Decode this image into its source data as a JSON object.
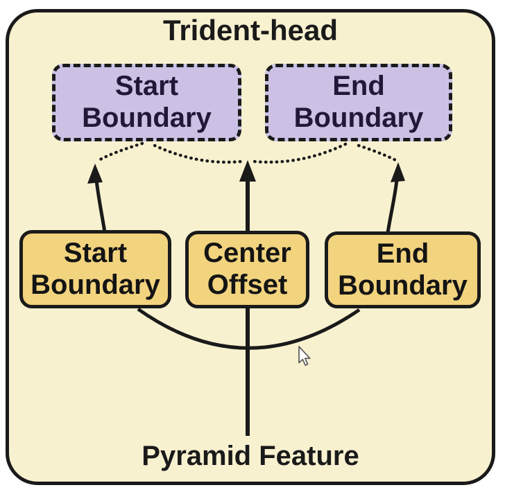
{
  "diagram": {
    "title": "Trident-head",
    "bottom_label": "Pyramid Feature",
    "top_row": [
      {
        "id": "start-boundary-output",
        "line1": "Start",
        "line2": "Boundary"
      },
      {
        "id": "end-boundary-output",
        "line1": "End",
        "line2": "Boundary"
      }
    ],
    "middle_row": [
      {
        "id": "start-boundary-branch",
        "line1": "Start",
        "line2": "Boundary"
      },
      {
        "id": "center-offset-branch",
        "line1": "Center",
        "line2": "Offset"
      },
      {
        "id": "end-boundary-branch",
        "line1": "End",
        "line2": "Boundary"
      }
    ],
    "colors": {
      "page_bg": "#ffffff",
      "canvas_bg": "#f8f1d0",
      "top_box_fill": "#ccc1e5",
      "middle_box_fill": "#f2d37e",
      "line": "#1a1a1a",
      "top_box_text": "#221736",
      "middle_box_text": "#141414"
    },
    "cursor": {
      "type": "arrow-pointer"
    }
  }
}
